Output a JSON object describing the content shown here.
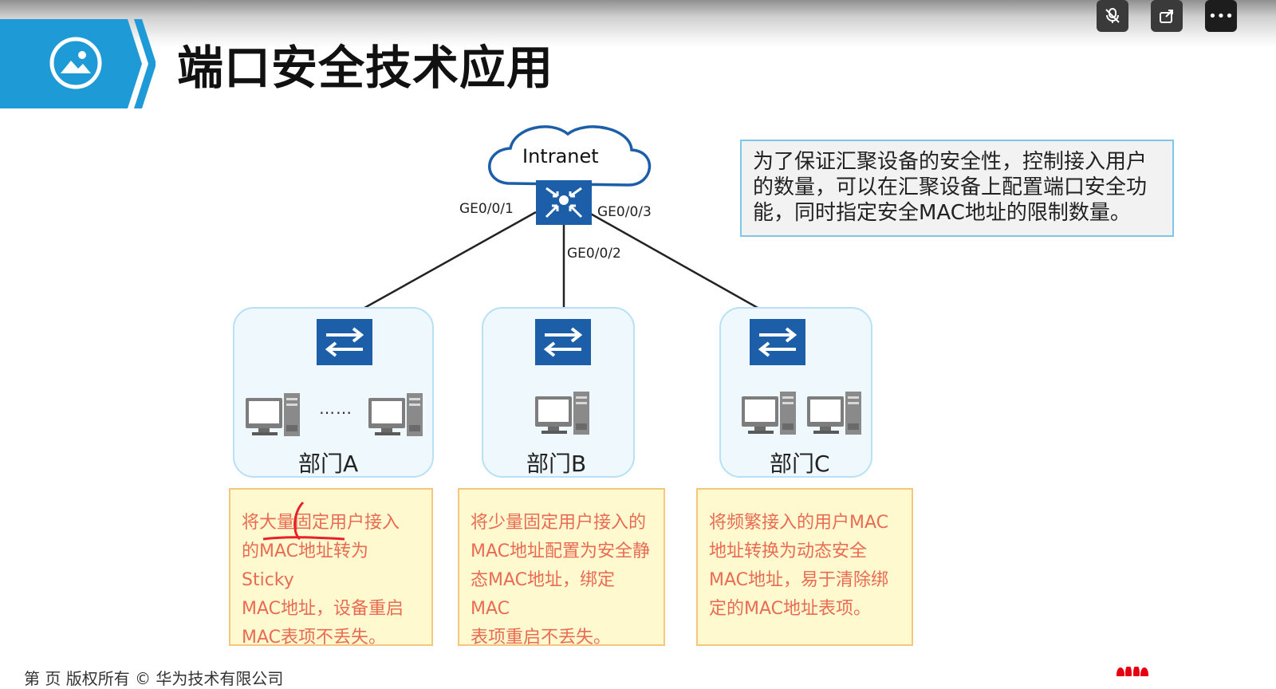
{
  "slide": {
    "title": "端口安全技术应用",
    "footer": "第  页    版权所有 ©     华为技术有限公司"
  },
  "toolbar": {
    "buttons": [
      {
        "name": "voice",
        "icon": "mic-crossed-icon"
      },
      {
        "name": "share",
        "icon": "share-icon"
      },
      {
        "name": "more",
        "icon": "more-dots-icon",
        "label": "•••"
      }
    ]
  },
  "diagram": {
    "cloud_label": "Intranet",
    "ports": {
      "left": "GE0/0/1",
      "middle": "GE0/0/2",
      "right": "GE0/0/3"
    },
    "info_text": "为了保证汇聚设备的安全性，控制接入用户的数量，可以在汇聚设备上配置端口安全功能，同时指定安全MAC地址的限制数量。",
    "departments": [
      {
        "label": "部门A",
        "ellipsis": "……"
      },
      {
        "label": "部门B"
      },
      {
        "label": "部门C"
      }
    ],
    "notes": [
      {
        "lines": [
          "将大量固定用户接入",
          "的MAC地址转为Sticky",
          "MAC地址，设备重启",
          "MAC表项不丢失。"
        ]
      },
      {
        "lines": [
          "将少量固定用户接入的",
          "MAC地址配置为安全静",
          "态MAC地址，绑定MAC",
          "表项重启不丢失。"
        ]
      },
      {
        "lines": [
          "将频繁接入的用户MAC",
          "地址转换为动态安全",
          "MAC地址，易于清除绑",
          "定的MAC地址表项。"
        ]
      }
    ]
  },
  "colors": {
    "accent_blue": "#1e9bd7",
    "device_blue": "#1c5ea8",
    "note_text": "#e96b53",
    "note_bg": "#fff9cf",
    "annotation_red": "#e8202a"
  }
}
